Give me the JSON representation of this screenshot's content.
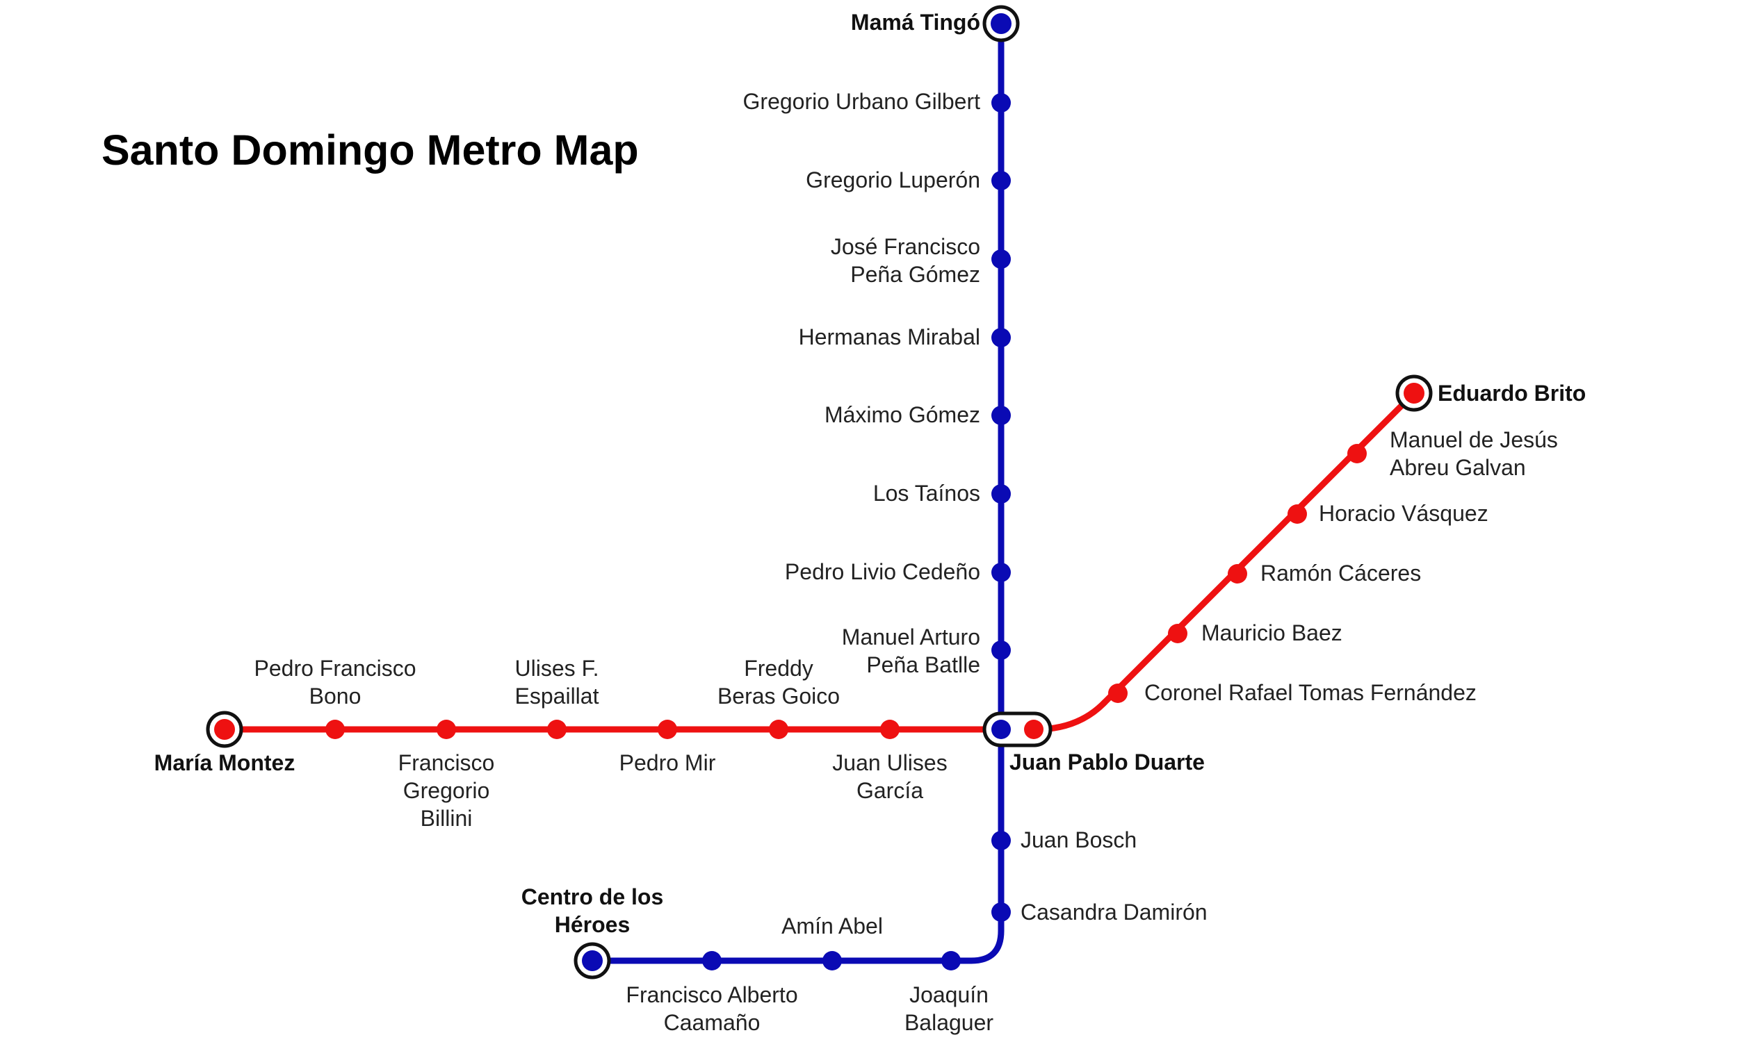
{
  "title": "Santo Domingo Metro Map",
  "colors": {
    "line1": "#0a0ab4",
    "line2": "#ee1111",
    "background": "#ffffff",
    "terminal_ring": "#111111"
  },
  "lines": [
    {
      "id": "line1",
      "color": "#0a0ab4",
      "stations": [
        "Mamá Tingó",
        "Gregorio Urbano Gilbert",
        "Gregorio Luperón",
        "José Francisco Peña Gómez",
        "Hermanas Mirabal",
        "Máximo Gómez",
        "Los Taínos",
        "Pedro Livio Cedeño",
        "Manuel Arturo Peña Batlle",
        "Juan Pablo Duarte",
        "Juan Bosch",
        "Casandra Damirón",
        "Joaquín Balaguer",
        "Amín Abel",
        "Francisco Alberto Caamaño",
        "Centro de los Héroes"
      ]
    },
    {
      "id": "line2",
      "color": "#ee1111",
      "stations": [
        "María Montez",
        "Pedro Francisco Bono",
        "Francisco Gregorio Billini",
        "Ulises F. Espaillat",
        "Pedro Mir",
        "Freddy Beras Goico",
        "Juan Ulises García",
        "Juan Pablo Duarte",
        "Coronel Rafael Tomas Fernández",
        "Mauricio Baez",
        "Ramón Cáceres",
        "Horacio Vásquez",
        "Manuel de Jesús Abreu Galvan",
        "Eduardo Brito"
      ]
    }
  ],
  "labels": {
    "mama_tingo": [
      "Mamá Tingó"
    ],
    "gregorio_urbano_gilbert": [
      "Gregorio Urbano Gilbert"
    ],
    "gregorio_luperon": [
      "Gregorio Luperón"
    ],
    "jose_francisco_pena_gomez": [
      "José Francisco",
      "Peña Gómez"
    ],
    "hermanas_mirabal": [
      "Hermanas Mirabal"
    ],
    "maximo_gomez": [
      "Máximo Gómez"
    ],
    "los_tainos": [
      "Los Taínos"
    ],
    "pedro_livio_cedeno": [
      "Pedro Livio Cedeño"
    ],
    "manuel_arturo_pena_batlle": [
      "Manuel Arturo",
      "Peña Batlle"
    ],
    "juan_pablo_duarte": [
      "Juan Pablo Duarte"
    ],
    "juan_bosch": [
      "Juan Bosch"
    ],
    "casandra_damiron": [
      "Casandra Damirón"
    ],
    "joaquin_balaguer": [
      "Joaquín",
      "Balaguer"
    ],
    "amin_abel": [
      "Amín Abel"
    ],
    "francisco_alberto_caamano": [
      "Francisco Alberto",
      "Caamaño"
    ],
    "centro_de_los_heroes": [
      "Centro de los",
      "Héroes"
    ],
    "maria_montez": [
      "María Montez"
    ],
    "pedro_francisco_bono": [
      "Pedro Francisco",
      "Bono"
    ],
    "francisco_gregorio_billini": [
      "Francisco",
      "Gregorio",
      "Billini"
    ],
    "ulises_f_espaillat": [
      "Ulises F.",
      "Espaillat"
    ],
    "pedro_mir": [
      "Pedro Mir"
    ],
    "freddy_beras_goico": [
      "Freddy",
      "Beras Goico"
    ],
    "juan_ulises_garcia": [
      "Juan Ulises",
      "García"
    ],
    "coronel_rafael_tomas_fernandez": [
      "Coronel Rafael Tomas Fernández"
    ],
    "mauricio_baez": [
      "Mauricio Baez"
    ],
    "ramon_caceres": [
      "Ramón Cáceres"
    ],
    "horacio_vasquez": [
      "Horacio Vásquez"
    ],
    "manuel_de_jesus_abreu_galvan": [
      "Manuel de Jesús",
      "Abreu Galvan"
    ],
    "eduardo_brito": [
      "Eduardo Brito"
    ]
  }
}
